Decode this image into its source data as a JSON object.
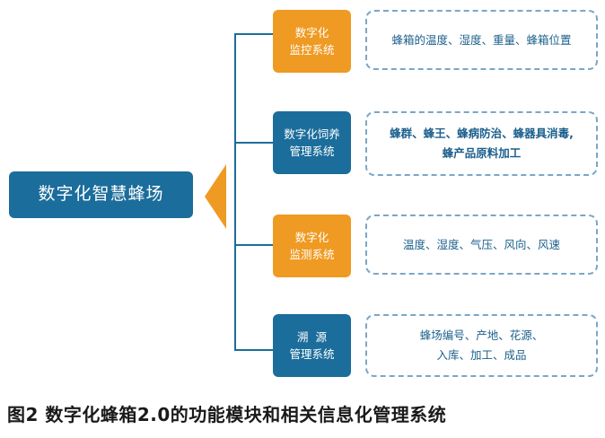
{
  "root": {
    "label": "数字化智慧蜂场"
  },
  "systems": [
    {
      "line1": "数字化",
      "line2": "监控系统",
      "detail_line1": "蜂箱的温度、湿度、重量、蜂箱位置",
      "detail_line2": ""
    },
    {
      "line1": "数字化饲养",
      "line2": "管理系统",
      "detail_line1": "蜂群、蜂王、蜂病防治、蜂器具消毒,",
      "detail_line2": "蜂产品原料加工"
    },
    {
      "line1": "数字化",
      "line2": "监测系统",
      "detail_line1": "温度、湿度、气压、风向、风速",
      "detail_line2": ""
    },
    {
      "line1": "溯  源",
      "line2": "管理系统",
      "detail_line1": "蜂场编号、产地、花源、",
      "detail_line2": "入库、加工、成品"
    }
  ],
  "caption": "图2 数字化蜂箱2.0的功能模块和相关信息化管理系统",
  "colors": {
    "blue": "#1b6d9b",
    "orange": "#ef9a22",
    "dashed_border": "#7aa6c8",
    "detail_text": "#1b5f8c"
  }
}
